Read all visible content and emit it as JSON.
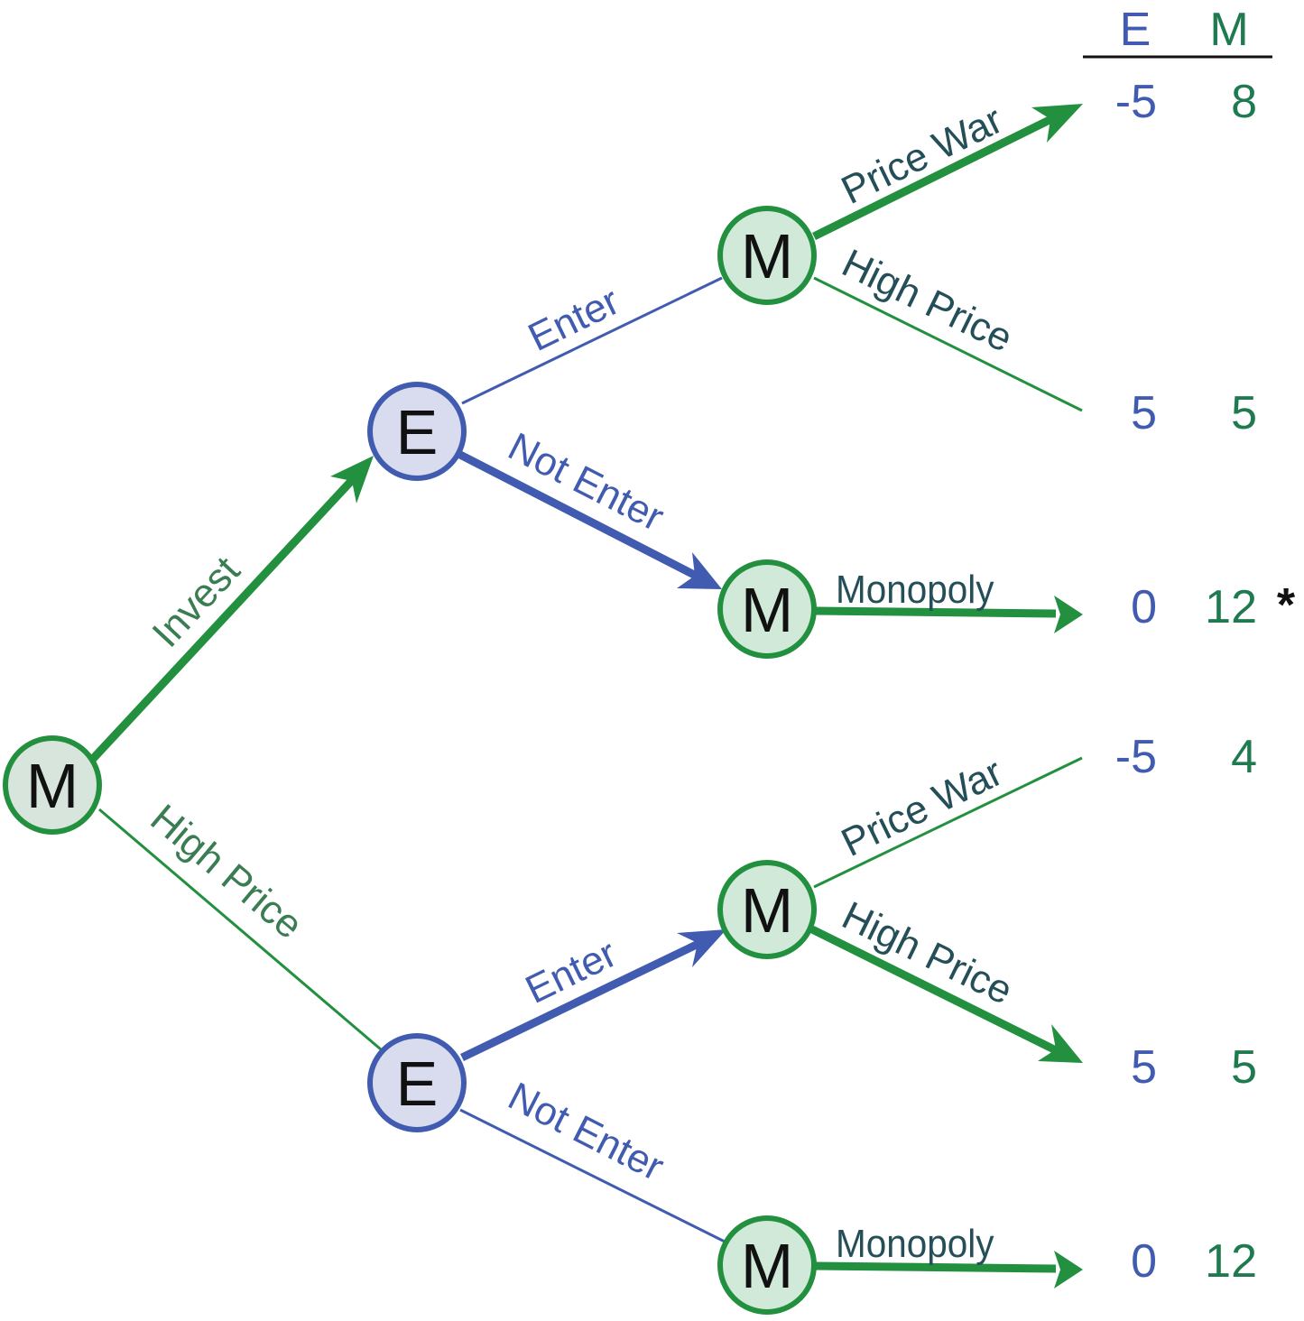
{
  "colors": {
    "manager": "#22903f",
    "manager_fill_root": "#d7e5dc",
    "manager_fill": "#d1e9d8",
    "entrant": "#405bb0",
    "entrant_fill": "#d8dcee",
    "manager_text": "#3a7d52",
    "entrant_text": "#405bb0",
    "decision_text": "#254f58",
    "payoff_e": "#405bb0",
    "payoff_m": "#1f7a4f",
    "header_rule": "#111111"
  },
  "header": {
    "e_label": "E",
    "m_label": "M"
  },
  "nodes": {
    "root": {
      "label": "M",
      "player": "manager"
    },
    "e_top": {
      "label": "E",
      "player": "entrant"
    },
    "e_bottom": {
      "label": "E",
      "player": "entrant"
    },
    "m_top_enter": {
      "label": "M",
      "player": "manager"
    },
    "m_top_not_enter": {
      "label": "M",
      "player": "manager"
    },
    "m_bottom_enter": {
      "label": "M",
      "player": "manager"
    },
    "m_bottom_not_enter": {
      "label": "M",
      "player": "manager"
    }
  },
  "edges": {
    "invest": {
      "label": "Invest",
      "chosen": true
    },
    "high_price_root": {
      "label": "High Price",
      "chosen": false
    },
    "enter_top": {
      "label": "Enter",
      "chosen": false
    },
    "not_enter_top": {
      "label": "Not Enter",
      "chosen": true
    },
    "enter_bottom": {
      "label": "Enter",
      "chosen": true
    },
    "not_enter_bottom": {
      "label": "Not Enter",
      "chosen": false
    },
    "price_war_1": {
      "label": "Price War",
      "chosen": true
    },
    "high_price_1": {
      "label": "High Price",
      "chosen": false
    },
    "monopoly_1": {
      "label": "Monopoly",
      "chosen": true
    },
    "price_war_2": {
      "label": "Price War",
      "chosen": false
    },
    "high_price_2": {
      "label": "High Price",
      "chosen": true
    },
    "monopoly_2": {
      "label": "Monopoly",
      "chosen": true
    }
  },
  "payoffs": [
    {
      "e": "-5",
      "m": "8",
      "mark": ""
    },
    {
      "e": "5",
      "m": "5",
      "mark": ""
    },
    {
      "e": "0",
      "m": "12",
      "mark": "*"
    },
    {
      "e": "-5",
      "m": "4",
      "mark": ""
    },
    {
      "e": "5",
      "m": "5",
      "mark": ""
    },
    {
      "e": "0",
      "m": "12",
      "mark": ""
    }
  ]
}
